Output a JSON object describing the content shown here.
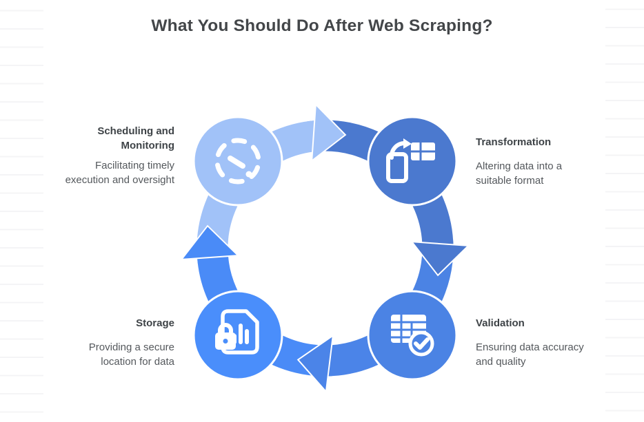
{
  "title": "What You Should Do After Web Scraping?",
  "diagram_type": "circular-cycle",
  "flow": {
    "direction": "clockwise",
    "order": [
      "Scheduling and Monitoring",
      "Transformation",
      "Validation",
      "Storage"
    ],
    "arrow_colors": {
      "top": "#a1c2f8",
      "right": "#4b79cf",
      "bottom": "#4b84e8",
      "left": "#4a8bf7"
    }
  },
  "steps": [
    {
      "name": "Scheduling and Monitoring",
      "description": "Facilitating timely execution and oversight",
      "color": "#a1c2f8",
      "icon": "dashed-clock-icon",
      "position": "top-left"
    },
    {
      "name": "Transformation",
      "description": "Altering data into a suitable format",
      "color": "#4b79cf",
      "icon": "device-to-table-icon",
      "position": "top-right"
    },
    {
      "name": "Validation",
      "description": "Ensuring data accuracy and quality",
      "color": "#4b83e4",
      "icon": "table-check-icon",
      "position": "bottom-right"
    },
    {
      "name": "Storage",
      "description": "Providing a secure location for data",
      "color": "#4a8efb",
      "icon": "file-chart-lock-icon",
      "position": "bottom-left"
    }
  ],
  "colors": {
    "title_text": "#434649",
    "step_title_text": "#3e4347",
    "step_desc_text": "#54585c",
    "background": "#ffffff",
    "ruled_line": "#f4f4f6",
    "icon_stroke": "#ffffff"
  }
}
